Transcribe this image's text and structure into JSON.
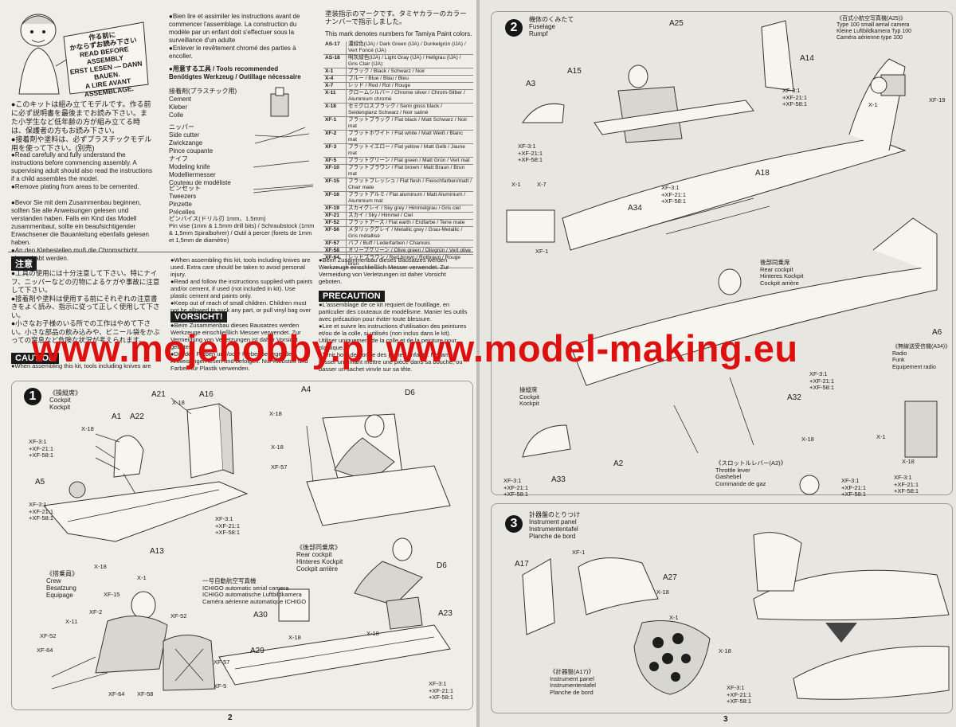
{
  "left_page": {
    "number": "2",
    "mascot_bubble": "作る前に\nかならずお読み下さい\nREAD BEFORE ASSEMBLY\nERST LESEN — DANN BAUEN.\nA LIRE AVANT ASSEMBLAGE.",
    "intro_jp": "●このキットは組み立てモデルです。作る前に必ず説明書を最後までお読み下さい。また小学生など低年齢の方が組み立てる時は、保護者の方もお読み下さい。\n●接着剤や塗料は、必ずプラスチックモデル用を使って下さい。(別売)",
    "intro_en": "●Read carefully and fully understand the instructions before commencing assembly. A supervising adult should also read the instructions if a child assembles the model.\n●Remove plating from areas to be cemented.",
    "intro_de": "●Bevor Sie mit dem Zusammenbau beginnen, sollten Sie alle Anweisungen gelesen und verstanden haben. Falls ein Kind das Modell zusammenbaut, sollte ein beaufsichtigender Erwachsener die Bauanleitung ebenfalls gelesen haben.\n●An den Klebestellen muß die Chromschicht abgeschabt werden.",
    "intro_fr": "●Bien lire et assimiler les instructions avant de commencer l'assemblage. La construction du modèle par un enfant doit s'effectuer sous la surveillance d'un adulte\n●Enlever le revêtement chromé des parties à encoller.",
    "tools_title": "●用意する工具 / Tools recommended\nBenötigtes Werkzeug / Outillage nécessaire",
    "tools": [
      "接着剤(プラスチック用)\nCement\nKleber\nColle",
      "ニッパー\nSide cutter\nZwickzange\nPince coupante",
      "ナイフ\nModeling knife\nModelliermesser\nCouteau de modéliste",
      "ピンセット\nTweezers\nPinzette\nPrécelles",
      "ピンバイス(ドリル刃 1mm、1.5mm)\nPin vise (1mm & 1.5mm drill bits) / Schraubstock (1mm & 1,5mm Spiralbohrer) / Outil à percer (forets de 1mm et 1,5mm de diamètre)"
    ],
    "paint_title_jp": "塗装指示のマークです。タミヤカラーのカラーナンバーで指示しました。",
    "paint_title_en": "This mark denotes numbers for Tamiya Paint colors.",
    "paint_colors": [
      [
        "AS-17",
        "濃緑色(IJA) / Dark Green (IJA) / Dunkelgrün (IJA) / Vert Foncé (IJA)"
      ],
      [
        "AS-18",
        "明灰緑色(IJA) / Light Gray (IJA) / Hellgrau (IJA) / Gris Clair (IJA)"
      ],
      [
        "X-1",
        "ブラック / Black / Schwarz / Noir"
      ],
      [
        "X-4",
        "ブルー / Blue / Blau / Bleu"
      ],
      [
        "X-7",
        "レッド / Red / Rot / Rouge"
      ],
      [
        "X-11",
        "クロームシルバー / Chrome silver / Chrom-Silber / Aluminium chromé"
      ],
      [
        "X-18",
        "セミグロスブラック / Semi gloss black / Seidenglanz Schwarz / Noir satiné"
      ],
      [
        "XF-1",
        "フラットブラック / Flat black / Matt Schwarz / Noir mat"
      ],
      [
        "XF-2",
        "フラットホワイト / Flat white / Matt Weiß / Blanc mat"
      ],
      [
        "XF-3",
        "フラットイエロー / Flat yellow / Matt Gelb / Jaune mat"
      ],
      [
        "XF-5",
        "フラットグリーン / Flat green / Matt Grün / Vert mat"
      ],
      [
        "XF-10",
        "フラットブラウン / Flat brown / Matt Braun / Brun mat"
      ],
      [
        "XF-15",
        "フラットフレッシュ / Flat flesh / Fleischfarben/matt / Chair mate"
      ],
      [
        "XF-16",
        "フラットアルミ / Flat aluminum / Matt Aluminium / Aluminium mat"
      ],
      [
        "XF-19",
        "スカイグレイ / Sky grey / Himmelgrau / Gris ciel"
      ],
      [
        "XF-21",
        "スカイ / Sky / Himmel / Ciel"
      ],
      [
        "XF-52",
        "フラットアース / Flat earth / Erdfarbe / Terre mate"
      ],
      [
        "XF-56",
        "メタリックグレイ / Metallic grey / Grau-Metallic / Gris métallisé"
      ],
      [
        "XF-57",
        "バフ / Buff / Lederfarben / Chamois"
      ],
      [
        "XF-58",
        "オリーブグリーン / Olive green / Olivgrün / Vert olive"
      ],
      [
        "XF-64",
        "レッドブラウン / Red brown / Rotbraun / Rouge brun"
      ]
    ],
    "caution_jp_title": "注意",
    "caution_jp": "●工具の使用には十分注意して下さい。特にナイフ、ニッパーなどの刃物によるケガや事故に注意して下さい。\n●接着剤や塗料は使用する前にそれぞれの注意書きをよく読み、指示に従って正しく使用して下さい。\n●小さなお子様のいる所での工作はやめて下さい。小さな部品の飲み込みや、ビニール袋をかぶっての窒息など危険な状況が考えられます。",
    "caution_en_title": "CAUTION",
    "caution_en": "●When assembling this kit, tools including knives are used. Extra care should be taken to avoid personal injury.\n●Read and follow the instructions supplied with paints and/or cement, if used (not included in kit). Use plastic cement and paints only.\n●Keep out of reach of small children. Children must not be allowed to suck any part, or pull vinyl bag over the head.",
    "vorsicht_title": "VORSICHT!",
    "vorsicht": "●Beim Zusammenbau dieses Bausatzes werden Werkzeuge einschließlich Messer verwendet. Zur Vermeidung von Verletzungen ist daher Vorsicht geboten.\n●Die den Farben und/oder Kleber beiliegenden Anweisungen lesen und befolgen. Nur Klebstoff und Farben für Plastik verwenden.\n●Bausatz von kleinen Kindern fernhalten. Verhüten Sie, daß Kinder irgendwelche Bauteile in den Mund nehmen oder Plastiktüten über den Kopf ziehen.",
    "precaution_title": "PRECAUTION",
    "precaution": "●L'assemblage de ce kit requiert de l'outillage, en particulier des couteaux de modélisme. Manier les outils avec précaution pour éviter toute blessure.\n●Lire et suivre les instructions d'utilisation des peintures et/ou de la colle, si utilisés (non inclus dans le kit). Utiliser uniquement de la colle et de la peinture pour plastique.\n●Tenir hors de portée des jeunes enfants. Ne jamais laisser un enfant mettre une pièce dans sa bouche, ou passer un sachet vinyle sur sa tête.",
    "step1": {
      "number": "1",
      "title": "《操縦席》\nCockpit\nKockpit",
      "parts": [
        "A21",
        "A16",
        "A1",
        "A22",
        "A5",
        "A13",
        "A4",
        "D6",
        "D6",
        "A23",
        "A30",
        "A29"
      ],
      "crew_title": "《搭乗員》\nCrew\nBesatzung\nEquipage",
      "rear_title": "《後部同乗席》\nRear cockpit\nHinteres Kockpit\nCockpit arrière",
      "camera_title": "一号自動航空写真機\nICHIGO automatic serial camera\nICHIGO automatische Luftbildkamera\nCaméra aérienne automatique ICHIGO",
      "callouts": [
        "X-18",
        "X-18",
        "XF-3:1\n+XF-21:1\n+XF-58:1",
        "X-18",
        "XF-57",
        "X-18",
        "XF-3:1\n+XF-21:1\n+XF-58:1",
        "XF-3:1\n+XF-21:1\n+XF-58:1",
        "X-18",
        "X-1",
        "XF-15",
        "XF-2",
        "X-11",
        "XF-52",
        "XF-64",
        "XF-52",
        "XF-64",
        "XF-58",
        "XF-57",
        "XF-5",
        "X-18",
        "X-18",
        "XF-3:1\n+XF-21:1\n+XF-58:1"
      ]
    }
  },
  "right_page": {
    "number": "3",
    "step2": {
      "number": "2",
      "title": "機体のくみたて\nFuselage\nRumpf",
      "parts": [
        "A25",
        "A14",
        "A3",
        "A15",
        "A18",
        "A34",
        "A6",
        "A32",
        "A2",
        "A33"
      ],
      "camera_title": "《百式小航空写真機(A25)》\nType 100 small aerial camera\nKleine Luftbildkamera Typ 100\nCaméra aérienne type 100",
      "rear_title": "後部同乗席\nRear cockpit\nHinteres Kockpit\nCockpit arrière",
      "cockpit_title": "操縦席\nCockpit\nKockpit",
      "throttle_title": "《スロットルレバー(A2)》\nThrottle lever\nGashebel\nCommande de gaz",
      "radio_title": "《無線送受信機(A34)》\nRadio\nFunk\nEquipement radio",
      "callouts": [
        "XF-19",
        "X-1",
        "XF-3:1\n+XF-21:1\n+XF-58:1",
        "XF-3:1\n+XF-21:1\n+XF-58:1",
        "X-1",
        "X-7",
        "XF-1",
        "XF-3:1\n+XF-21:1\n+XF-58:1",
        "XF-3:1\n+XF-21:1\n+XF-58:1",
        "X-18",
        "XF-3:1\n+XF-21:1\n+XF-58:1",
        "X-1",
        "X-18",
        "XF-3:1\n+XF-21:1\n+XF-58:1",
        "XF-3:1\n+XF-21:1\n+XF-58:1"
      ]
    },
    "step3": {
      "number": "3",
      "title": "計器盤のとりつけ\nInstrument panel\nInstrumententafel\nPlanche de bord",
      "parts": [
        "A17",
        "A27"
      ],
      "panel_title": "《計器盤(A17)》\nInstrument panel\nInstrumententafel\nPlanche de bord",
      "callouts": [
        "XF-1",
        "X-18",
        "X-1",
        "X-18",
        "XF-3:1\n+XF-21:1\n+XF-58:1"
      ]
    }
  },
  "watermark": "www.mojehobby.pl www.model-making.eu"
}
